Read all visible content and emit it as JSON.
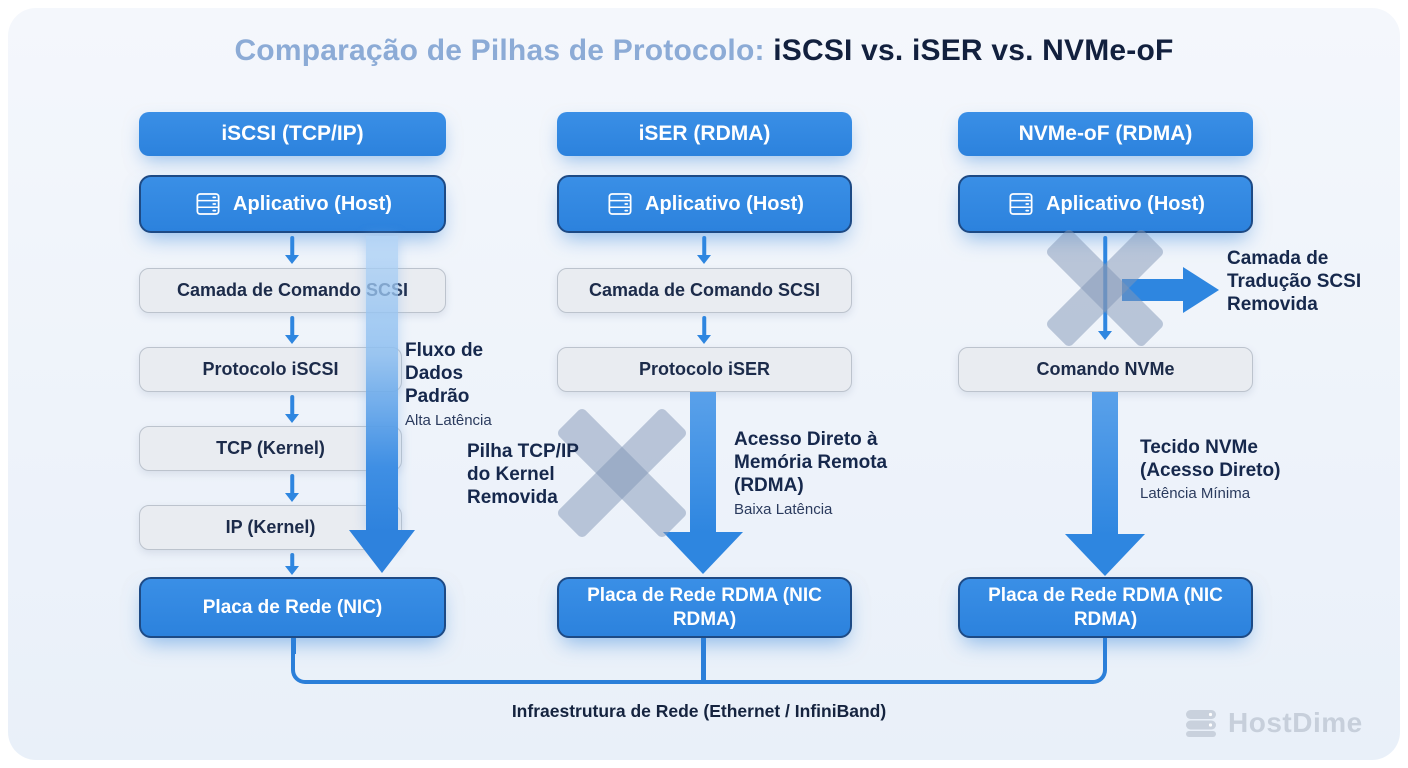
{
  "title": {
    "muted": "Comparação de Pilhas de Protocolo: ",
    "strong": "iSCSI vs. iSER vs. NVMe-oF"
  },
  "columns": [
    {
      "header": "iSCSI (TCP/IP)",
      "app": "Aplicativo (Host)",
      "layers": [
        "Camada de Comando SCSI",
        "Protocolo iSCSI",
        "TCP (Kernel)",
        "IP (Kernel)"
      ],
      "nic": "Placa de Rede (NIC)"
    },
    {
      "header": "iSER (RDMA)",
      "app": "Aplicativo (Host)",
      "layers": [
        "Camada de Comando SCSI",
        "Protocolo iSER"
      ],
      "nic": "Placa de Rede RDMA (NIC RDMA)"
    },
    {
      "header": "NVMe-oF (RDMA)",
      "app": "Aplicativo (Host)",
      "layers": [
        "Comando NVMe"
      ],
      "nic": "Placa de Rede RDMA (NIC RDMA)"
    }
  ],
  "annotations": {
    "flow_standard": {
      "title": "Fluxo de Dados Padrão",
      "subtitle": "Alta Latência"
    },
    "kernel_removed": {
      "title": "Pilha TCP/IP do Kernel Removida"
    },
    "rdma_access": {
      "title": "Acesso Direto à Memória Remota (RDMA)",
      "subtitle": "Baixa Latência"
    },
    "scsi_translation_removed": {
      "title": "Camada de Tradução SCSI Removida"
    },
    "nvme_fabric": {
      "title": "Tecido NVMe (Acesso Direto)",
      "subtitle": "Latência Mínima"
    }
  },
  "footer": {
    "infrastructure": "Infraestrutura de Rede (Ethernet / InfiniBand)",
    "brand": "HostDime"
  },
  "icons": {
    "app_box": "server-icon",
    "brand": "server-stack-icon"
  },
  "colors": {
    "accent_blue": "#2e86e0",
    "box_border_navy": "#1d4a85",
    "layer_gray": "#e9ecf1",
    "layer_border": "#bcc3cd",
    "navy_text": "#16284c",
    "title_muted": "#8cabd6",
    "x_mark": "#b4c0d2",
    "background": "#eef3fa",
    "brand_gray": "#c7cfdb"
  }
}
